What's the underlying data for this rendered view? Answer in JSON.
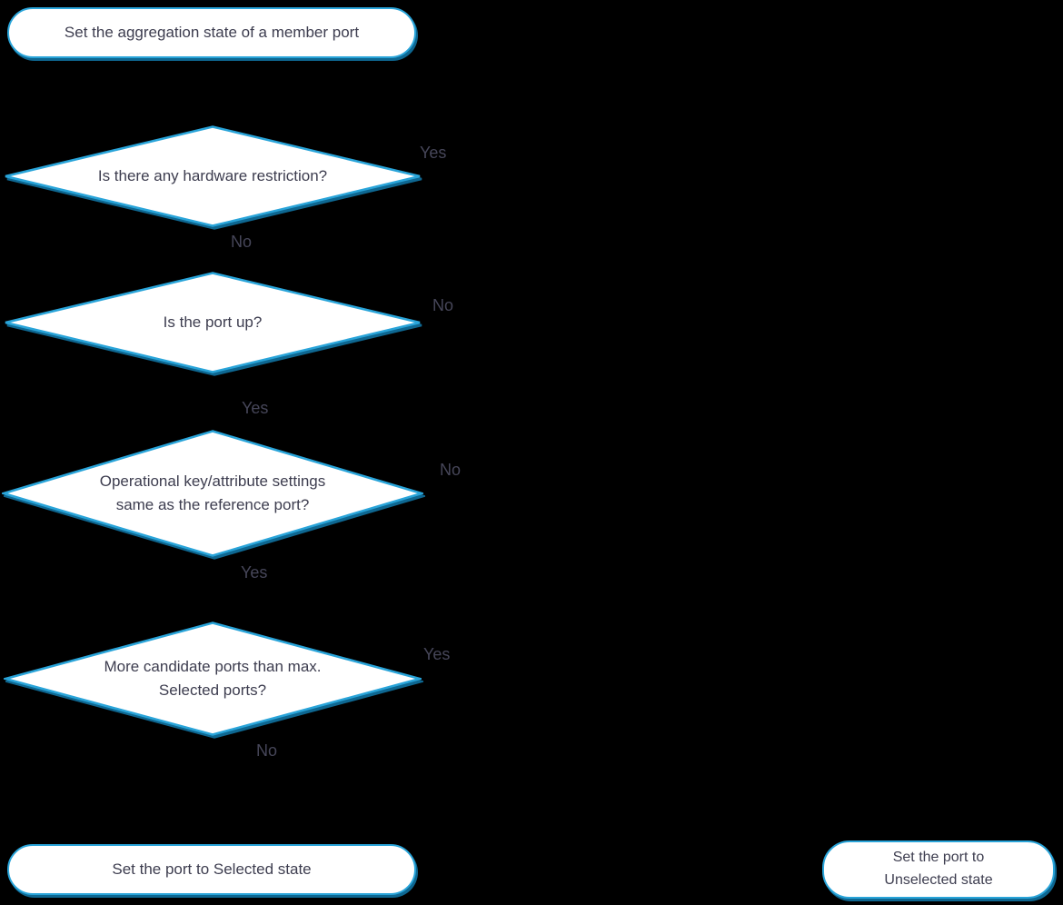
{
  "colors": {
    "background": "#000000",
    "node_fill": "#ffffff",
    "node_border": "#29a4d9",
    "node_shadow": "#0e6791",
    "node_text": "#3d3d4f",
    "edge_label_text": "#464659"
  },
  "flowchart": {
    "start": {
      "label": "Set the aggregation state of a member port"
    },
    "decisions": [
      {
        "label": "Is there any hardware restriction?",
        "right_label": "Yes",
        "bottom_label": "No"
      },
      {
        "label": "Is the port up?",
        "right_label": "No",
        "bottom_label": "Yes"
      },
      {
        "label": "Operational key/attribute settings\nsame as the reference port?",
        "right_label": "No",
        "bottom_label": "Yes"
      },
      {
        "label": "More candidate ports than max.\nSelected ports?",
        "right_label": "Yes",
        "bottom_label": "No"
      }
    ],
    "terminals": {
      "selected": {
        "label": "Set the port to Selected state"
      },
      "unselected": {
        "label": "Set the port to\nUnselected state"
      }
    }
  }
}
